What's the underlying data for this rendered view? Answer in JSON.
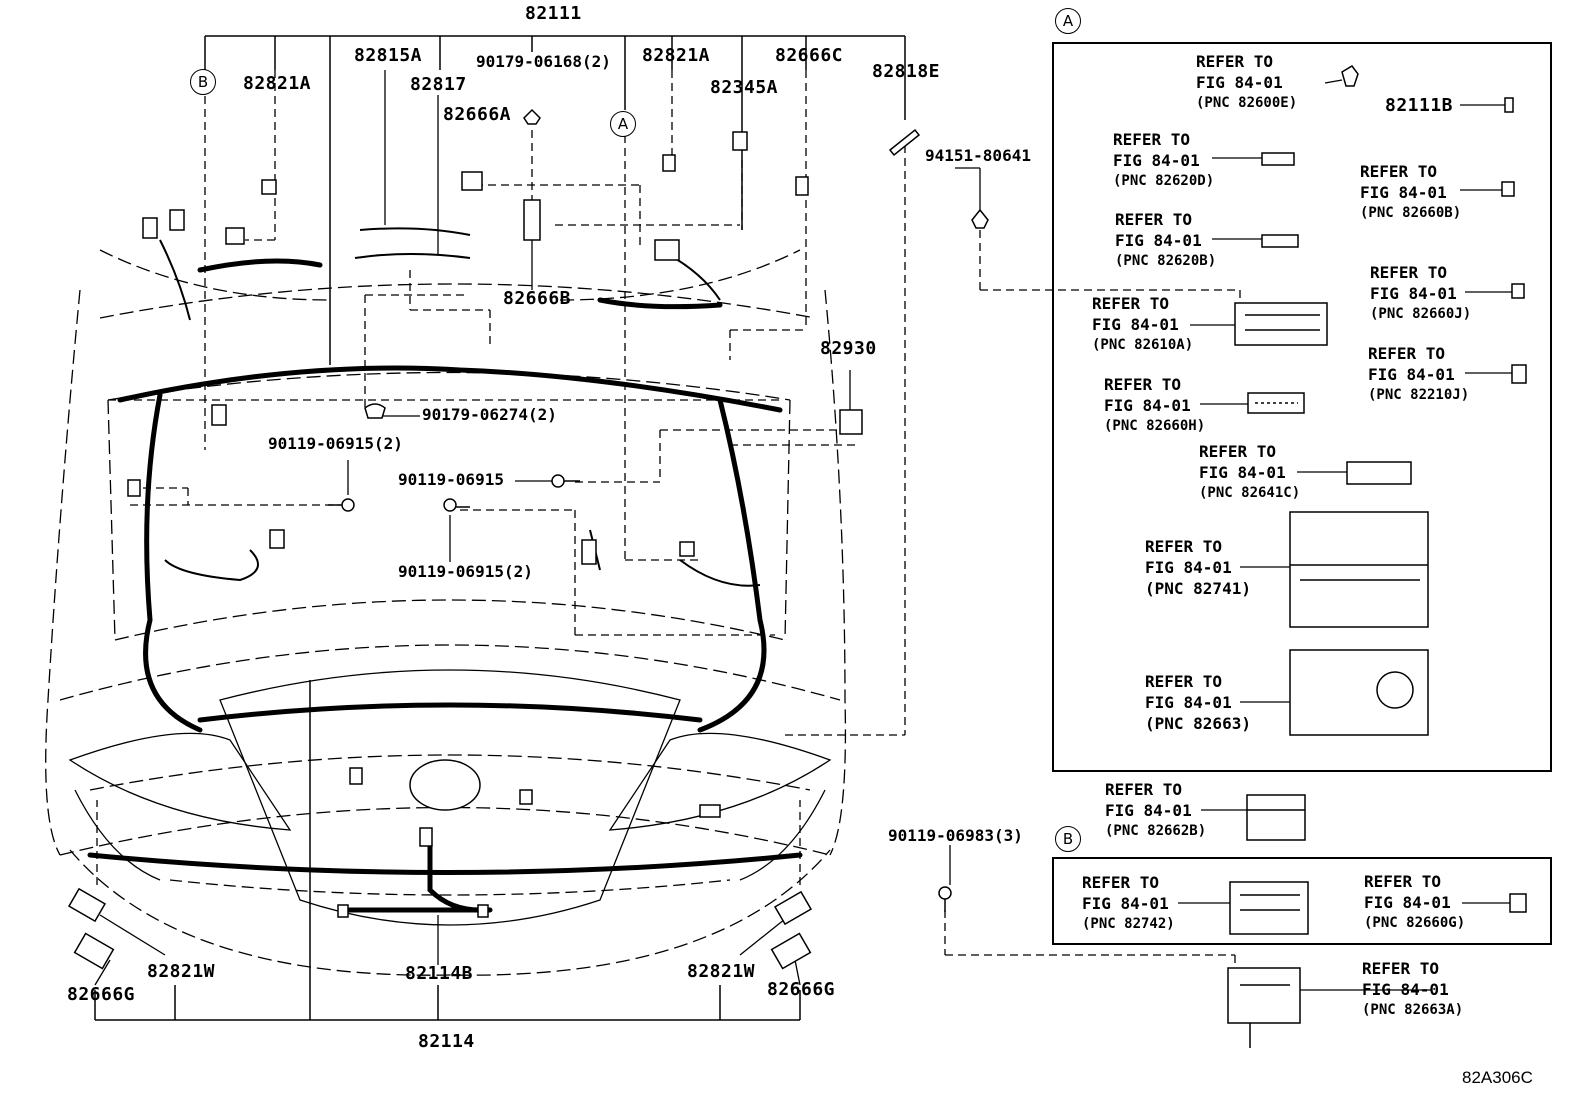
{
  "parts": {
    "p82111": "82111",
    "p82821A_left": "82821A",
    "p82815A": "82815A",
    "p82817": "82817",
    "p90179_06168": "90179-06168(2)",
    "p82666A": "82666A",
    "p82821A_mid": "82821A",
    "p82345A": "82345A",
    "p82666C": "82666C",
    "p82818E": "82818E",
    "p94151_80641": "94151-80641",
    "p82666B": "82666B",
    "p82930": "82930",
    "p90179_06274": "90179-06274(2)",
    "p90119_06915_2a": "90119-06915(2)",
    "p90119_06915": "90119-06915",
    "p90119_06915_2b": "90119-06915(2)",
    "p90119_06983": "90119-06983(3)",
    "p82821W_left": "82821W",
    "p82666G_left": "82666G",
    "p82114B": "82114B",
    "p82821W_right": "82821W",
    "p82666G_right": "82666G",
    "p82114": "82114"
  },
  "callouts": {
    "a_main": "A",
    "a_box": "A",
    "b_main": "B",
    "b_box": "B"
  },
  "refs": {
    "r82600E": {
      "l1": "REFER TO",
      "l2": "FIG 84-01",
      "pnc": "(PNC 82600E)"
    },
    "r82111B": "82111B",
    "r82620D": {
      "l1": "REFER TO",
      "l2": "FIG 84-01",
      "pnc": "(PNC 82620D)"
    },
    "r82660B": {
      "l1": "REFER TO",
      "l2": "FIG 84-01",
      "pnc": "(PNC 82660B)"
    },
    "r82620B": {
      "l1": "REFER TO",
      "l2": "FIG 84-01",
      "pnc": "(PNC 82620B)"
    },
    "r82660J": {
      "l1": "REFER TO",
      "l2": "FIG 84-01",
      "pnc": "(PNC 82660J)"
    },
    "r82610A": {
      "l1": "REFER TO",
      "l2": "FIG 84-01",
      "pnc": "(PNC 82610A)"
    },
    "r82210J": {
      "l1": "REFER TO",
      "l2": "FIG 84-01",
      "pnc": "(PNC 82210J)"
    },
    "r82660H": {
      "l1": "REFER TO",
      "l2": "FIG 84-01",
      "pnc": "(PNC 82660H)"
    },
    "r82641C": {
      "l1": "REFER TO",
      "l2": "FIG 84-01",
      "pnc": "(PNC 82641C)"
    },
    "r82741": {
      "l1": "REFER TO",
      "l2": "FIG 84-01",
      "pnc": "(PNC 82741)"
    },
    "r82663": {
      "l1": "REFER TO",
      "l2": "FIG 84-01",
      "pnc": "(PNC 82663)"
    },
    "r82662B": {
      "l1": "REFER TO",
      "l2": "FIG 84-01",
      "pnc": "(PNC 82662B)"
    },
    "r82742": {
      "l1": "REFER TO",
      "l2": "FIG 84-01",
      "pnc": "(PNC 82742)"
    },
    "r82660G": {
      "l1": "REFER TO",
      "l2": "FIG 84-01",
      "pnc": "(PNC 82660G)"
    },
    "r82663A": {
      "l1": "REFER TO",
      "l2": "FIG 84-01",
      "pnc": "(PNC 82663A)"
    }
  },
  "illustration_code": "82A306C"
}
